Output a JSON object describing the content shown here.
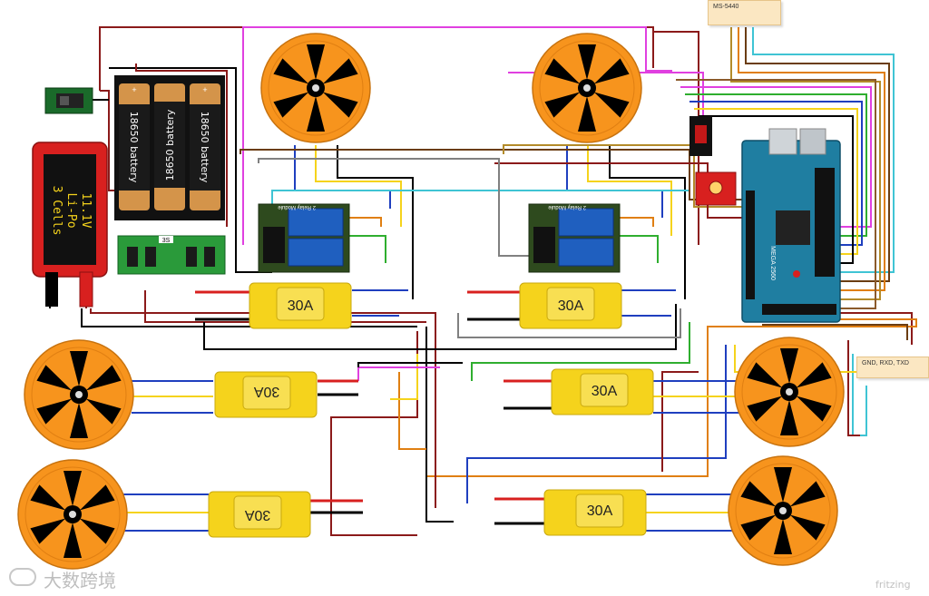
{
  "notes": {
    "top": "MS-5440",
    "right": "GND, RXD, TXD"
  },
  "battery_lipo": {
    "voltage": "11.1V",
    "chemistry": "Li-Po",
    "cells": "3 Cells"
  },
  "cell_label": "18650 battery",
  "relay_module_label": "2 Relay Module",
  "esc_label": "30A",
  "bms_label": "3S",
  "arduino_label": "MEGA 2560",
  "watermark_left": "大数跨境",
  "watermark_right": "fritzing",
  "colors": {
    "motor_orange": "#f7941d",
    "esc_yellow": "#f5d31c",
    "relay_green": "#2e6a2e",
    "arduino_blue": "#1f7ea1",
    "lipo_red": "#d8201f"
  }
}
